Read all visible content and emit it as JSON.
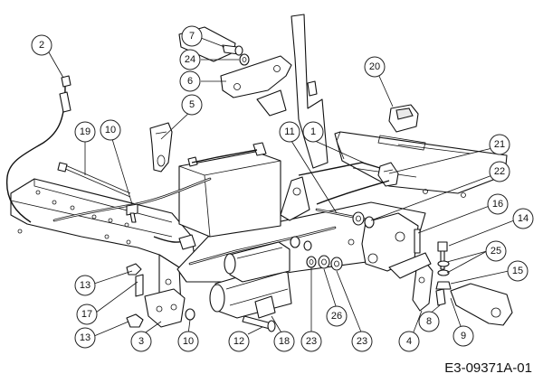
{
  "diagram": {
    "drawing_code": "E3-09371A-01",
    "callouts": [
      {
        "id": "c2",
        "label": "2"
      },
      {
        "id": "c7",
        "label": "7"
      },
      {
        "id": "c24",
        "label": "24"
      },
      {
        "id": "c6",
        "label": "6"
      },
      {
        "id": "c5",
        "label": "5"
      },
      {
        "id": "c20",
        "label": "20"
      },
      {
        "id": "c19",
        "label": "19"
      },
      {
        "id": "c10a",
        "label": "10"
      },
      {
        "id": "c11",
        "label": "11"
      },
      {
        "id": "c1",
        "label": "1"
      },
      {
        "id": "c21",
        "label": "21"
      },
      {
        "id": "c22",
        "label": "22"
      },
      {
        "id": "c16",
        "label": "16"
      },
      {
        "id": "c14",
        "label": "14"
      },
      {
        "id": "c25",
        "label": "25"
      },
      {
        "id": "c15",
        "label": "15"
      },
      {
        "id": "c13a",
        "label": "13"
      },
      {
        "id": "c17",
        "label": "17"
      },
      {
        "id": "c13b",
        "label": "13"
      },
      {
        "id": "c3",
        "label": "3"
      },
      {
        "id": "c10b",
        "label": "10"
      },
      {
        "id": "c12",
        "label": "12"
      },
      {
        "id": "c18",
        "label": "18"
      },
      {
        "id": "c23a",
        "label": "23"
      },
      {
        "id": "c26",
        "label": "26"
      },
      {
        "id": "c23b",
        "label": "23"
      },
      {
        "id": "c4",
        "label": "4"
      },
      {
        "id": "c8",
        "label": "8"
      },
      {
        "id": "c9",
        "label": "9"
      }
    ]
  }
}
